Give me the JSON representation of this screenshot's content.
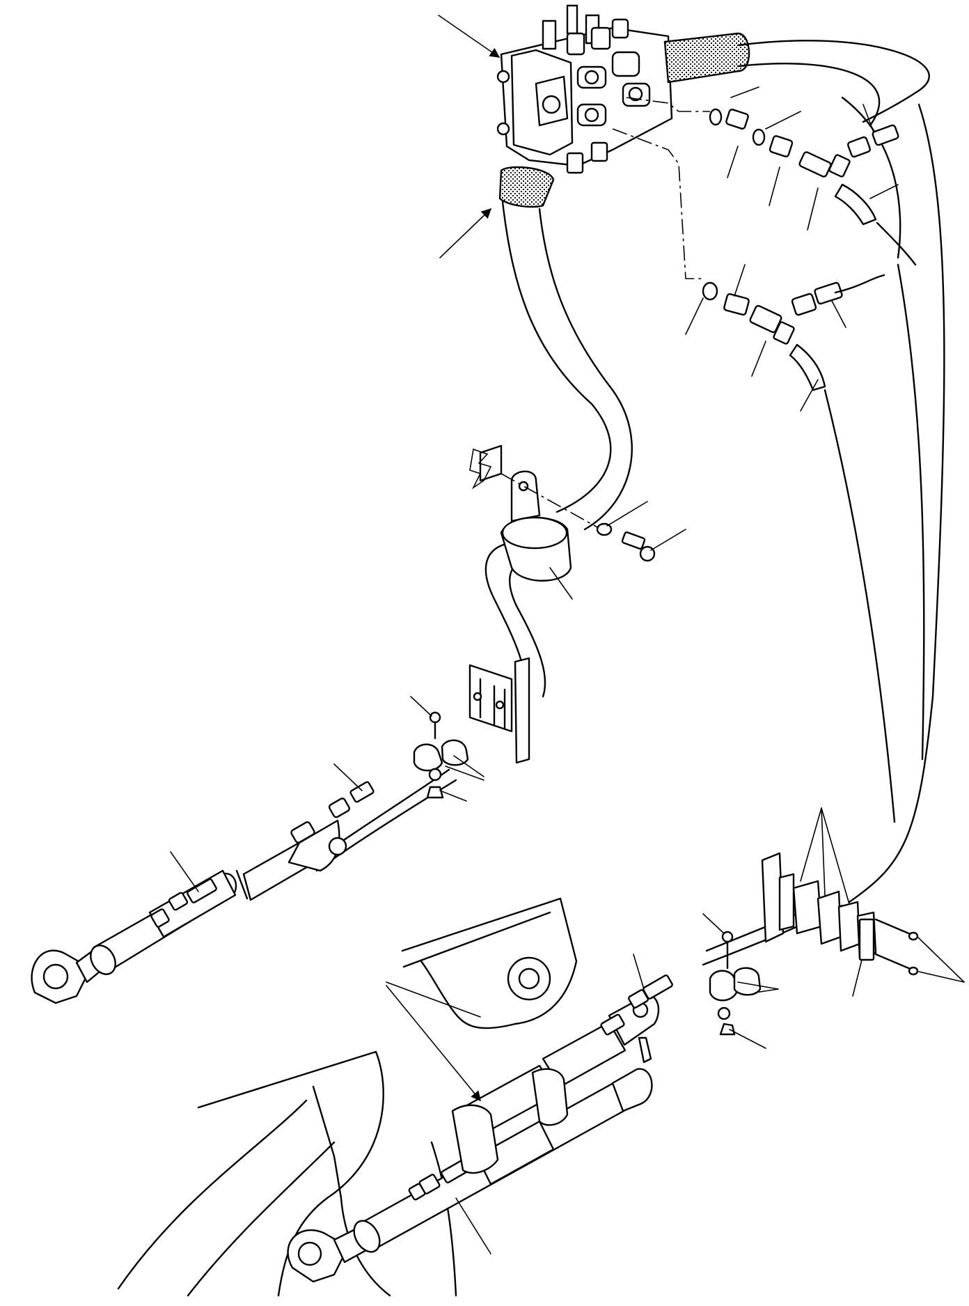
{
  "diagram": {
    "colors": {
      "ink": "#000000",
      "paper": "#ffffff"
    },
    "components": [
      "control-valve",
      "valve-port-fittings",
      "hose-bundle",
      "hose-clamp-bracket",
      "hose-clip-plate",
      "hydraulic-cylinder-left",
      "hydraulic-cylinder-right",
      "loader-arm",
      "frame-clip-stack"
    ]
  }
}
